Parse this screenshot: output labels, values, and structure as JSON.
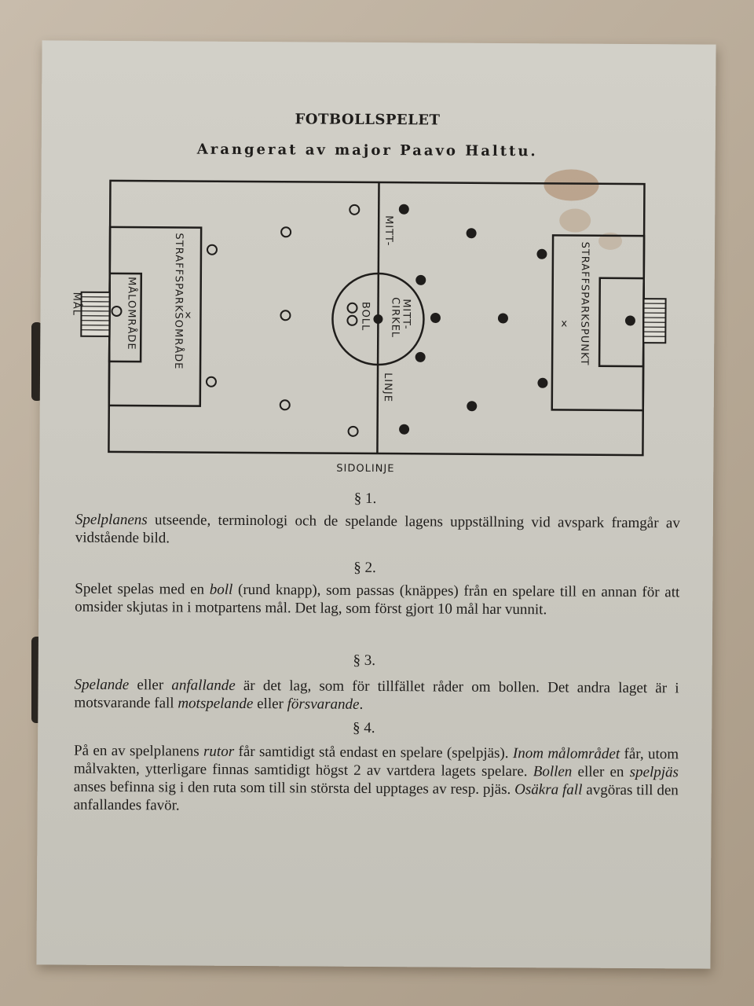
{
  "document": {
    "title": "FOTBOLLSPELET",
    "subtitle": "Arangerat av major Paavo Halttu.",
    "field_labels": {
      "mal": "MÅL",
      "malomrade": "MÅLOMRÅDE",
      "straffsparksomrade": "STRAFFSPARKSOMRÅDE",
      "mittlinje_top": "MITT-",
      "mittlinje_bottom": "LINJE",
      "mittcirkel_1": "MITT-",
      "mittcirkel_2": "CIRKEL",
      "boll": "BOLL",
      "straffsparkspunkt": "STRAFFSPARKSPUNKT",
      "sidolinje": "SIDOLINJE",
      "penalty_mark": "x"
    },
    "sections": [
      {
        "heading": "§ 1.",
        "parts": [
          {
            "text": "Spelplanens",
            "italic": true
          },
          {
            "text": " utseende, terminologi och de spelande lagens uppställning vid avspark framgår av vidstående bild.",
            "italic": false
          }
        ]
      },
      {
        "heading": "§ 2.",
        "parts": [
          {
            "text": "Spelet spelas med en ",
            "italic": false
          },
          {
            "text": "boll",
            "italic": true
          },
          {
            "text": " (rund knapp), som passas (knäppes) från en spelare till en annan för att omsider skjutas in i motpartens mål. Det lag, som först gjort 10 mål har vunnit.",
            "italic": false
          }
        ]
      },
      {
        "heading": "§ 3.",
        "parts": [
          {
            "text": "Spelande",
            "italic": true
          },
          {
            "text": " eller ",
            "italic": false
          },
          {
            "text": "anfallande",
            "italic": true
          },
          {
            "text": " är det lag, som för tillfället råder om bollen. Det andra laget är i motsvarande fall ",
            "italic": false
          },
          {
            "text": "motspelande",
            "italic": true
          },
          {
            "text": " eller ",
            "italic": false
          },
          {
            "text": "försvarande",
            "italic": true
          },
          {
            "text": ".",
            "italic": false
          }
        ]
      },
      {
        "heading": "§ 4.",
        "parts": [
          {
            "text": "På en av spelplanens ",
            "italic": false
          },
          {
            "text": "rutor",
            "italic": true
          },
          {
            "text": " får samtidigt stå endast en spelare (spelpjäs). ",
            "italic": false
          },
          {
            "text": "Inom målområdet",
            "italic": true
          },
          {
            "text": " får, utom målvakten, ytterligare finnas samtidigt högst 2 av vartdera lagets spelare. ",
            "italic": false
          },
          {
            "text": "Bollen",
            "italic": true
          },
          {
            "text": " eller en ",
            "italic": false
          },
          {
            "text": "spelpjäs",
            "italic": true
          },
          {
            "text": " anses befinna sig i den ruta som till sin största del upptages av resp. pjäs. ",
            "italic": false
          },
          {
            "text": "Osäkra fall",
            "italic": true
          },
          {
            "text": " avgöras till den anfallandes favör.",
            "italic": false
          }
        ]
      }
    ]
  },
  "colors": {
    "paper": "#cbc9c1",
    "ink": "#1f1d1b",
    "background": "#b7a996"
  }
}
